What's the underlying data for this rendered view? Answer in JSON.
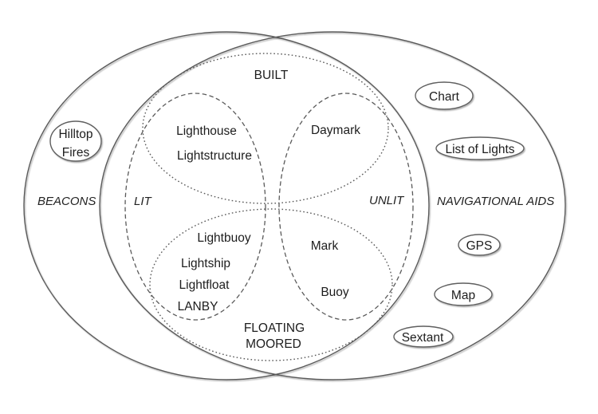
{
  "colors": {
    "background": "#ffffff",
    "line": "#5a5a5a",
    "text": "#1d1d1d"
  },
  "sets": {
    "beacons": {
      "label": "BEACONS"
    },
    "navigational_aids": {
      "label": "NAVIGATIONAL AIDS"
    },
    "lit": {
      "label": "LIT"
    },
    "unlit": {
      "label": "UNLIT"
    },
    "built": {
      "label": "BUILT"
    },
    "floating_moored": {
      "line1": "FLOATING",
      "line2": "MOORED"
    }
  },
  "items": {
    "lit_built": [
      "Lighthouse",
      "Lightstructure"
    ],
    "unlit_built": [
      "Daymark"
    ],
    "lit_floating": [
      "Lightbuoy",
      "Lightship",
      "Lightfloat",
      "LANBY"
    ],
    "unlit_floating": [
      "Mark",
      "Buoy"
    ]
  },
  "ovals": {
    "hilltop_fires": {
      "line1": "Hilltop",
      "line2": "Fires"
    },
    "chart": {
      "label": "Chart"
    },
    "list_of_lights": {
      "label": "List of Lights"
    },
    "gps": {
      "label": "GPS"
    },
    "map": {
      "label": "Map"
    },
    "sextant": {
      "label": "Sextant"
    }
  }
}
